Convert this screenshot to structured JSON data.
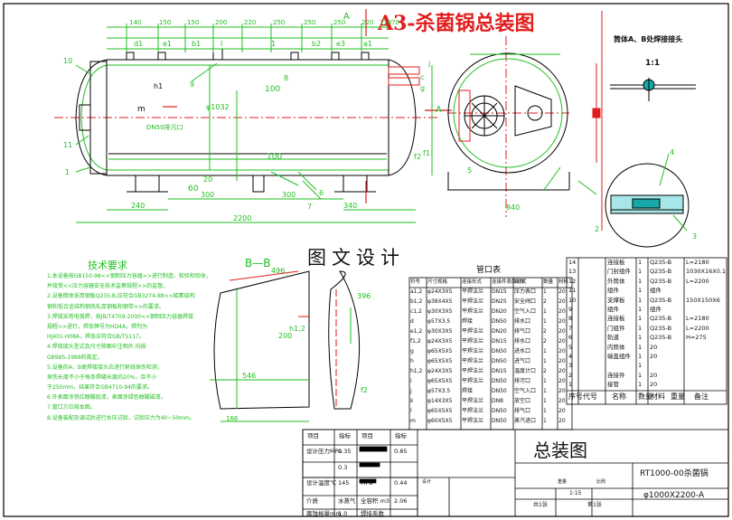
{
  "title": "A3-杀菌锅总装图",
  "overlay_label": "图文设计",
  "detail_header": "筒体A、B处焊接接头",
  "detail_scale": "1:1",
  "section_label": "B—B",
  "tech_title": "技术要求",
  "tech_lines": [
    "1.本设备按GB150-98<<钢制压力容器>>进行制造、检验和验收，",
    "并接受<<压力容器安全技术监察规程>>的监督。",
    "2.设备筒体采用钢板Q235-B,应符合GB3274-88<<碳素结构",
    "钢和低合金结构钢热轧厚钢板和钢带>>的要求。",
    "3.焊接采用电弧焊，按JB/T4709-2000<<钢制压力容器焊接",
    "规程>>进行，焊条牌号为HD4A，焊剂为",
    "HJ401-H08A，焊条应符合GB/T5117。",
    "4.焊接接头型式及尺寸除图中注明外,均按",
    "GB985-1988的规定。",
    "5.设备的A、B类焊接接头应进行射线探伤检测，",
    "探伤长度不小于每条焊缝长度的20%，且不小",
    "于250mm，结果符合GB4710-94的要求。",
    "6.外表面涂铁红醇酸底漆，表面涂绿色醇酸磁漆。",
    "7.管口方位按本图。",
    "8.设备装配及调试后进行水压试验，试验压力为40~50mm。"
  ],
  "nozzle_table_title": "管口表",
  "nozzle_headers": [
    "符号",
    "尺寸规格",
    "连接形式",
    "连接件表面形式",
    "名称",
    "数量",
    "材料"
  ],
  "nozzle_rows": [
    [
      "a1,2",
      "φ24X3X5",
      "平焊法兰",
      "DN15",
      "压力表口",
      "1",
      "20"
    ],
    [
      "b1,2",
      "φ38X4X5",
      "平焊法兰",
      "DN25",
      "安全阀口",
      "2",
      "20"
    ],
    [
      "c1,2",
      "φ30X3X5",
      "平焊法兰",
      "DN20",
      "空气入口",
      "1",
      "20"
    ],
    [
      "d",
      "φ57X3.5",
      "焊接",
      "DN50",
      "排水口",
      "1",
      "20"
    ],
    [
      "e1,2",
      "φ30X3X5",
      "平焊法兰",
      "DN20",
      "排气口",
      "2",
      "20"
    ],
    [
      "f1,2",
      "φ24X3X5",
      "平焊法兰",
      "DN15",
      "排水口",
      "2",
      "20"
    ],
    [
      "g",
      "φ65X5X5",
      "平焊法兰",
      "DN50",
      "进水口",
      "1",
      "20"
    ],
    [
      "h",
      "φ65X5X5",
      "平焊法兰",
      "DN50",
      "进气口",
      "1",
      "20"
    ],
    [
      "h1,2",
      "φ24X3X5",
      "平焊法兰",
      "DN15",
      "温度计口",
      "2",
      "20"
    ],
    [
      "i",
      "φ65X5X5",
      "平焊法兰",
      "DN50",
      "排污口",
      "1",
      "20"
    ],
    [
      "j",
      "φ57X3.5",
      "焊接",
      "DN50",
      "空气入口",
      "1",
      "20"
    ],
    [
      "k",
      "φ14X3X5",
      "平焊法兰",
      "DN8",
      "放空口",
      "1",
      "20"
    ],
    [
      "l",
      "φ65X5X5",
      "平焊法兰",
      "DN50",
      "排气口",
      "1",
      "20"
    ],
    [
      "m",
      "φ60X5X5",
      "平焊法兰",
      "DN50",
      "蒸汽进口",
      "1",
      "20"
    ]
  ],
  "parts_rows": [
    [
      "14",
      "",
      "连接板",
      "1",
      "Q235-B",
      "L=2180"
    ],
    [
      "13",
      "",
      "门封组件",
      "1",
      "Q235-B",
      "1030X16X0.1"
    ],
    [
      "12",
      "",
      "外筒体",
      "1",
      "Q235-B",
      "L=2200"
    ],
    [
      "11",
      "",
      "组件",
      "1",
      "组件",
      ""
    ],
    [
      "10",
      "",
      "支撑板",
      "1",
      "Q235-B",
      "150X150X6"
    ],
    [
      "9",
      "",
      "组件",
      "1",
      "组件",
      ""
    ],
    [
      "8",
      "",
      "连接板",
      "1",
      "Q235-B",
      "L=2180"
    ],
    [
      "7",
      "",
      "门组件",
      "1",
      "Q235-B",
      "L=2200"
    ],
    [
      "6",
      "",
      "轨道",
      "1",
      "Q235-B",
      "H=275"
    ],
    [
      "5",
      "",
      "内筒体",
      "1",
      "20",
      ""
    ],
    [
      "4",
      "",
      "端盖组件",
      "1",
      "20",
      ""
    ],
    [
      "3",
      "",
      "",
      "1",
      "",
      ""
    ],
    [
      "2",
      "",
      "连接件",
      "1",
      "20",
      ""
    ],
    [
      "1",
      "",
      "接管",
      "1",
      "20",
      ""
    ]
  ],
  "parts_footer": [
    "序号",
    "代号",
    "名称",
    "数量",
    "材料",
    "重量",
    "备注"
  ],
  "tb_title": "总装图",
  "tb_drawing_no": "RT1000-00杀菌锅",
  "tb_spec": "φ1000X2200-A",
  "tb_ratio": "1:15",
  "tb_sheet": "共1张",
  "tb_sheet2": "第1张",
  "tb_weight": "重量",
  "tb_ratio_label": "比例",
  "tb_design_label": "设计",
  "spec_rows": [
    [
      "设计压力MPa",
      "0.35",
      "",
      "0.85"
    ],
    [
      "",
      "0.3",
      "",
      ""
    ],
    [
      "设计温度℃",
      "145",
      "MPa",
      "0.44"
    ],
    [
      "介质",
      "水蒸气",
      "全容积 m3",
      "2.06"
    ],
    [
      "腐蚀裕量mm",
      "1.0",
      "焊接系数",
      ""
    ]
  ],
  "spec_headers": [
    "项目",
    "指标",
    "项目",
    "指标"
  ],
  "dims_top": [
    "140",
    "150",
    "150",
    "200",
    "220",
    "250",
    "250",
    "250",
    "220",
    "110",
    "70"
  ],
  "dims_letters": [
    "d1",
    "e1",
    "b1",
    "l",
    "1",
    "b2",
    "e3",
    "a1"
  ],
  "dim_labels": {
    "overall": "2200",
    "left": "240",
    "right": "340",
    "mid1": "300",
    "mid2": "300",
    "h100a": "100",
    "h100b": "100",
    "v60": "60",
    "v20": "20",
    "side840": "840",
    "dia": "φ1032",
    "bb496": "496",
    "bb546": "546",
    "bb200": "200",
    "bb396": "396",
    "bb166": "166",
    "dn50label": "DN50排污口"
  },
  "labels": {
    "A_top": "A",
    "A_mid": "A",
    "A_side": "A",
    "h1": "h1",
    "m": "m",
    "i": "i",
    "f1": "f1",
    "f2": "f2",
    "j": "j",
    "c": "c",
    "g": "g",
    "n": "n",
    "k": "k",
    "n10": "10",
    "n11": "11",
    "n6": "6",
    "n7": "7",
    "n8": "8",
    "n9": "9",
    "n5": "5",
    "n4": "4",
    "n2": "2",
    "n3": "3",
    "n1": "1",
    "n12": "12",
    "h12": "h1,2",
    "f2b": "f2"
  }
}
